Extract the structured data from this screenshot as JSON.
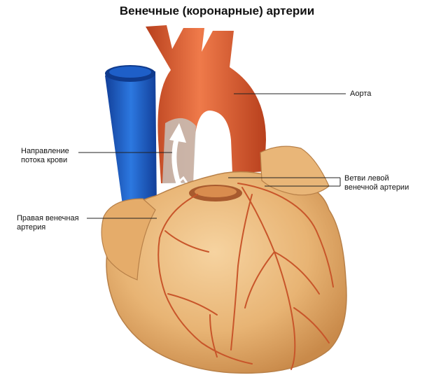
{
  "title": "Венечные (коронарные) артерии",
  "labels": {
    "aorta": "Аорта",
    "flow": [
      "Направление",
      "потока крови"
    ],
    "left_branches": [
      "Ветви левой",
      "венечной артерии"
    ],
    "right_artery": [
      "Правая венечная",
      "артерия"
    ]
  },
  "colors": {
    "vein": "#1e5fc8",
    "aorta": "#d2552e",
    "heart": "#e8b474",
    "artery_lines": "#c8552a"
  },
  "icons": {
    "flow_arrow": "white-curved-arrow"
  }
}
